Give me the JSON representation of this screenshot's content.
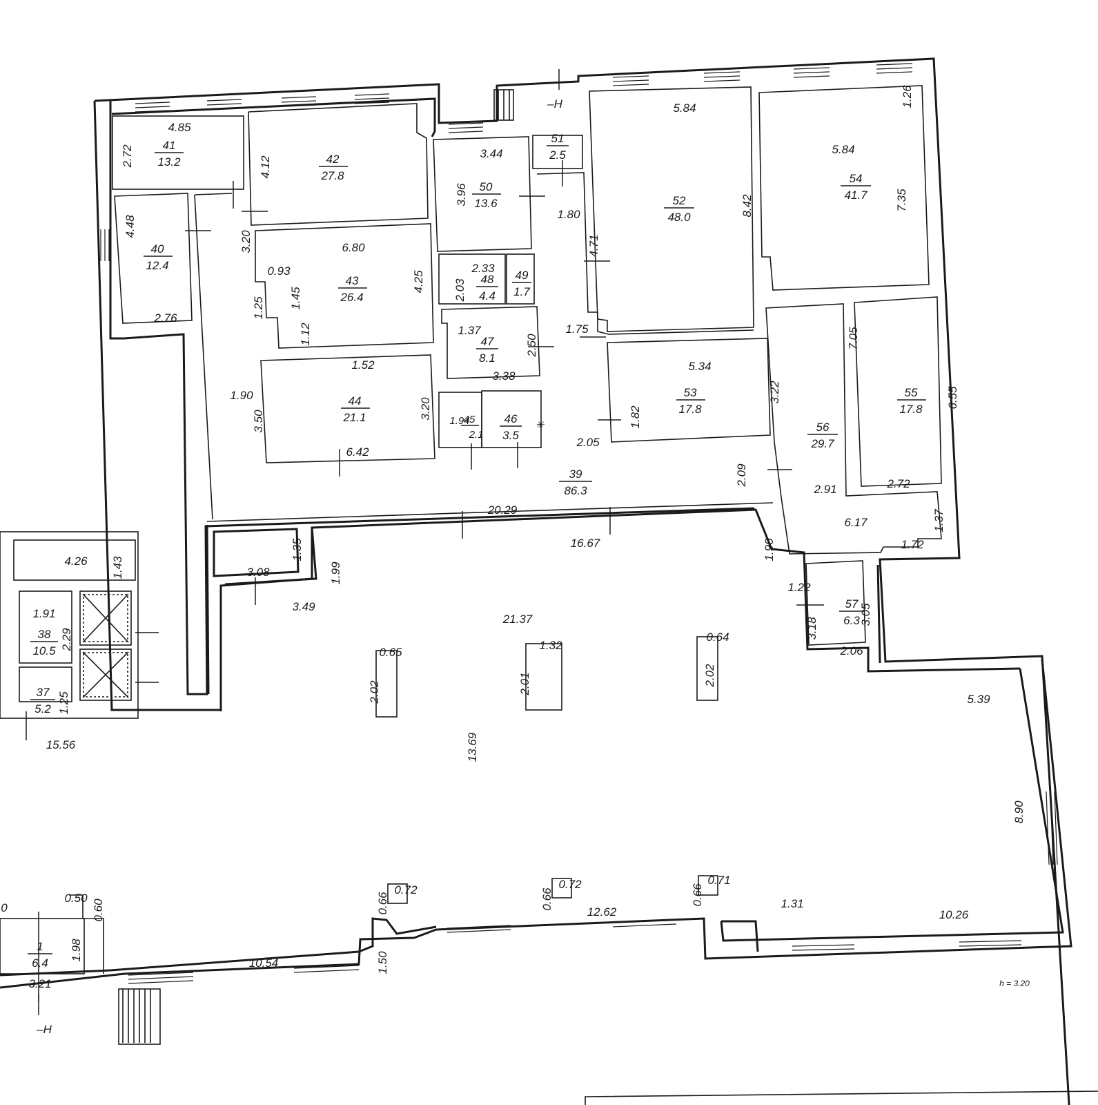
{
  "height_note": "h = 3.20",
  "rooms": [
    {
      "id": "r1",
      "num": "1",
      "area": "6.4"
    },
    {
      "id": "r37",
      "num": "37",
      "area": "5.2"
    },
    {
      "id": "r38",
      "num": "38",
      "area": "10.5"
    },
    {
      "id": "r39",
      "num": "39",
      "area": "86.3"
    },
    {
      "id": "r40",
      "num": "40",
      "area": "12.4"
    },
    {
      "id": "r41",
      "num": "41",
      "area": "13.2"
    },
    {
      "id": "r42",
      "num": "42",
      "area": "27.8"
    },
    {
      "id": "r43",
      "num": "43",
      "area": "26.4"
    },
    {
      "id": "r44",
      "num": "44",
      "area": "21.1"
    },
    {
      "id": "r45",
      "num": "45",
      "area": "2.1"
    },
    {
      "id": "r46",
      "num": "46",
      "area": "3.5"
    },
    {
      "id": "r47",
      "num": "47",
      "area": "8.1"
    },
    {
      "id": "r48",
      "num": "48",
      "area": "4.4"
    },
    {
      "id": "r49",
      "num": "49",
      "area": "1.7"
    },
    {
      "id": "r50",
      "num": "50",
      "area": "13.6"
    },
    {
      "id": "r51",
      "num": "51",
      "area": "2.5"
    },
    {
      "id": "r52",
      "num": "52",
      "area": "48.0"
    },
    {
      "id": "r53",
      "num": "53",
      "area": "17.8"
    },
    {
      "id": "r54",
      "num": "54",
      "area": "41.7"
    },
    {
      "id": "r55",
      "num": "55",
      "area": "17.8"
    },
    {
      "id": "r56",
      "num": "56",
      "area": "29.7"
    },
    {
      "id": "r57",
      "num": "57",
      "area": "6.3"
    }
  ],
  "dims": [
    {
      "id": "d1",
      "v": "4.85"
    },
    {
      "id": "d2",
      "v": "2.72"
    },
    {
      "id": "d3",
      "v": "4.12"
    },
    {
      "id": "d4",
      "v": "3.44"
    },
    {
      "id": "d5",
      "v": "3.96"
    },
    {
      "id": "d6",
      "v": "5.84"
    },
    {
      "id": "d7",
      "v": "1.26"
    },
    {
      "id": "d8",
      "v": "5.84"
    },
    {
      "id": "d9",
      "v": "8.42"
    },
    {
      "id": "d10",
      "v": "7.35"
    },
    {
      "id": "d11",
      "v": "4.48"
    },
    {
      "id": "d12",
      "v": "2.76"
    },
    {
      "id": "d13",
      "v": "3.20"
    },
    {
      "id": "d14",
      "v": "0.93"
    },
    {
      "id": "d15",
      "v": "6.80"
    },
    {
      "id": "d16",
      "v": "1.45"
    },
    {
      "id": "d17",
      "v": "1.25"
    },
    {
      "id": "d18",
      "v": "4.25"
    },
    {
      "id": "d19",
      "v": "1.12"
    },
    {
      "id": "d20",
      "v": "1.80"
    },
    {
      "id": "d21",
      "v": "4.71"
    },
    {
      "id": "d22",
      "v": "2.33"
    },
    {
      "id": "d23",
      "v": "2.03"
    },
    {
      "id": "d24",
      "v": "1.37"
    },
    {
      "id": "d25",
      "v": "2.50"
    },
    {
      "id": "d26",
      "v": "3.38"
    },
    {
      "id": "d27",
      "v": "1.75"
    },
    {
      "id": "d28",
      "v": "1.52"
    },
    {
      "id": "d29",
      "v": "1.90"
    },
    {
      "id": "d30",
      "v": "3.50"
    },
    {
      "id": "d31",
      "v": "3.20"
    },
    {
      "id": "d32",
      "v": "1.94"
    },
    {
      "id": "d33",
      "v": "6.42"
    },
    {
      "id": "d34",
      "v": "2.05"
    },
    {
      "id": "d35",
      "v": "5.34"
    },
    {
      "id": "d36",
      "v": "1.82"
    },
    {
      "id": "d37",
      "v": "3.22"
    },
    {
      "id": "d38",
      "v": "7.05"
    },
    {
      "id": "d39",
      "v": "6.55"
    },
    {
      "id": "d40",
      "v": "2.09"
    },
    {
      "id": "d41",
      "v": "2.91"
    },
    {
      "id": "d42",
      "v": "2.72"
    },
    {
      "id": "d43",
      "v": "20.29"
    },
    {
      "id": "d44",
      "v": "6.17"
    },
    {
      "id": "d45",
      "v": "1.37"
    },
    {
      "id": "d46",
      "v": "1.72"
    },
    {
      "id": "d47",
      "v": "16.67"
    },
    {
      "id": "d48",
      "v": "1.90"
    },
    {
      "id": "d49",
      "v": "4.26"
    },
    {
      "id": "d50",
      "v": "1.43"
    },
    {
      "id": "d51",
      "v": "1.35"
    },
    {
      "id": "d52",
      "v": "3.08"
    },
    {
      "id": "d53",
      "v": "1.99"
    },
    {
      "id": "d54",
      "v": "3.49"
    },
    {
      "id": "d55",
      "v": "1.22"
    },
    {
      "id": "d56",
      "v": "3.18"
    },
    {
      "id": "d57",
      "v": "3.05"
    },
    {
      "id": "d58",
      "v": "2.06"
    },
    {
      "id": "d59",
      "v": "1.91"
    },
    {
      "id": "d60",
      "v": "2.29"
    },
    {
      "id": "d61",
      "v": "21.37"
    },
    {
      "id": "d62",
      "v": "0.65"
    },
    {
      "id": "d63",
      "v": "1.32"
    },
    {
      "id": "d64",
      "v": "0.64"
    },
    {
      "id": "d65",
      "v": "2.02"
    },
    {
      "id": "d66",
      "v": "2.01"
    },
    {
      "id": "d67",
      "v": "2.02"
    },
    {
      "id": "d68",
      "v": "1.25"
    },
    {
      "id": "d69",
      "v": "5.39"
    },
    {
      "id": "d70",
      "v": "15.56"
    },
    {
      "id": "d71",
      "v": "13.69"
    },
    {
      "id": "d72",
      "v": "8.90"
    },
    {
      "id": "d73",
      "v": "0.50"
    },
    {
      "id": "d74",
      "v": "0.60"
    },
    {
      "id": "d75",
      "v": "0.72"
    },
    {
      "id": "d76",
      "v": "0.66"
    },
    {
      "id": "d77",
      "v": "0.72"
    },
    {
      "id": "d78",
      "v": "0.66"
    },
    {
      "id": "d79",
      "v": "0.71"
    },
    {
      "id": "d80",
      "v": "0.66"
    },
    {
      "id": "d81",
      "v": "1.31"
    },
    {
      "id": "d82",
      "v": "12.62"
    },
    {
      "id": "d83",
      "v": "10.26"
    },
    {
      "id": "d84",
      "v": "1.98"
    },
    {
      "id": "d85",
      "v": "10.54"
    },
    {
      "id": "d86",
      "v": "1.50"
    },
    {
      "id": "d87",
      "v": "3.21"
    },
    {
      "id": "d88",
      "v": "0"
    }
  ],
  "marks": [
    {
      "id": "m1",
      "v": "–H"
    },
    {
      "id": "m2",
      "v": "–H"
    }
  ]
}
